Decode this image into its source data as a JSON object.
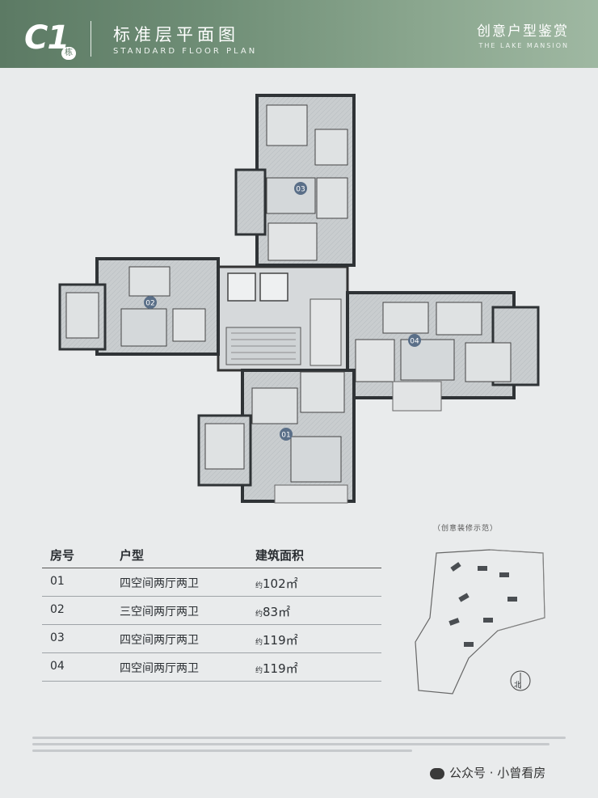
{
  "header": {
    "building_code": "C1",
    "building_suffix": "栋",
    "title_cn": "标准层平面图",
    "title_en": "STANDARD FLOOR PLAN",
    "right_cn": "创意户型鉴赏",
    "right_en": "THE LAKE MANSION",
    "brand_color": "#5c7a64"
  },
  "plan": {
    "unit_labels": [
      "01",
      "02",
      "03",
      "04"
    ]
  },
  "table": {
    "headers": [
      "房号",
      "户型",
      "建筑面积"
    ],
    "rows": [
      {
        "no": "01",
        "type": "四空间两厅两卫",
        "prefix": "约",
        "area": "102㎡"
      },
      {
        "no": "02",
        "type": "三空间两厅两卫",
        "prefix": "约",
        "area": "83㎡"
      },
      {
        "no": "03",
        "type": "四空间两厅两卫",
        "prefix": "约",
        "area": "119㎡"
      },
      {
        "no": "04",
        "type": "四空间两厅两卫",
        "prefix": "约",
        "area": "119㎡"
      }
    ]
  },
  "site_map": {
    "caption": "（创意装修示范）",
    "north_label": "北"
  },
  "watermark": {
    "text": "公众号 · 小曾看房",
    "icon": "wechat-icon"
  }
}
